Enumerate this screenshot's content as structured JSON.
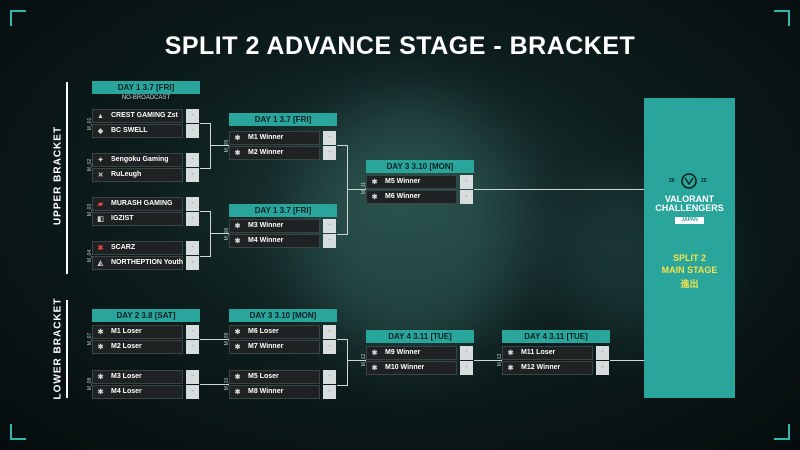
{
  "title": "SPLIT 2 ADVANCE STAGE - BRACKET",
  "side_labels": {
    "upper": "UPPER BRACKET",
    "lower": "LOWER BRACKET"
  },
  "columns": {
    "r1": {
      "header": "DAY 1  3.7 [FRI]",
      "sub": "NO-BROADCAST"
    },
    "r2": {
      "header": "DAY 1  3.7 [FRI]"
    },
    "r2b": {
      "header": "DAY 1  3.7 [FRI]"
    },
    "ub_final": {
      "header": "DAY 3  3.10 [MON]"
    },
    "lb1": {
      "header": "DAY 2  3.8 [SAT]"
    },
    "lb2": {
      "header": "DAY 3  3.10 [MON]"
    },
    "lb3": {
      "header": "DAY 4  3.11 [TUE]"
    },
    "lb4": {
      "header": "DAY 4  3.11 [TUE]"
    }
  },
  "matches": {
    "m01": {
      "label": "M_01",
      "teams": [
        "CREST GAMING Zst",
        "BC SWELL"
      ],
      "scores": [
        "-",
        "-"
      ]
    },
    "m02": {
      "label": "M_02",
      "teams": [
        "Sengoku Gaming",
        "RuLeugh"
      ],
      "scores": [
        "-",
        "-"
      ]
    },
    "m03": {
      "label": "M_03",
      "teams": [
        "MURASH GAMING",
        "IGZIST"
      ],
      "scores": [
        "-",
        "-"
      ]
    },
    "m04": {
      "label": "M_04",
      "teams": [
        "SCARZ",
        "NORTHEPTION Youth"
      ],
      "scores": [
        "-",
        "-"
      ]
    },
    "m05": {
      "label": "M_05",
      "teams": [
        "M1 Winner",
        "M2 Winner"
      ],
      "scores": [
        "-",
        "-"
      ]
    },
    "m06": {
      "label": "M_06",
      "teams": [
        "M3 Winner",
        "M4 Winner"
      ],
      "scores": [
        "-",
        "-"
      ]
    },
    "m11": {
      "label": "M_11",
      "teams": [
        "M5 Winner",
        "M6 Winner"
      ],
      "scores": [
        "-",
        "-"
      ]
    },
    "m07": {
      "label": "M_07",
      "teams": [
        "M1 Loser",
        "M2 Loser"
      ],
      "scores": [
        "-",
        "-"
      ]
    },
    "m08": {
      "label": "M_08",
      "teams": [
        "M3 Loser",
        "M4 Loser"
      ],
      "scores": [
        "-",
        "-"
      ]
    },
    "m09": {
      "label": "M_09",
      "teams": [
        "M6 Loser",
        "M7 Winner"
      ],
      "scores": [
        "-",
        "-"
      ]
    },
    "m10": {
      "label": "M_10",
      "teams": [
        "M5 Loser",
        "M8 Winner"
      ],
      "scores": [
        "-",
        "-"
      ]
    },
    "m12": {
      "label": "M_12",
      "teams": [
        "M9 Winner",
        "M10 Winner"
      ],
      "scores": [
        "-",
        "-"
      ]
    },
    "m13": {
      "label": "M_13",
      "teams": [
        "M11 Loser",
        "M12 Winner"
      ],
      "scores": [
        "-",
        "-"
      ]
    }
  },
  "main_stage": {
    "year_left": "20",
    "year_right": "25",
    "brand": "VALORANT CHALLENGERS",
    "region": "JAPAN",
    "line1": "SPLIT 2",
    "line2": "MAIN STAGE",
    "line3": "進出"
  },
  "colors": {
    "accent": "#2aa59c",
    "highlight": "#f3e34a",
    "row_bg": "#1e2222",
    "score_bg": "#d7dcdc"
  }
}
